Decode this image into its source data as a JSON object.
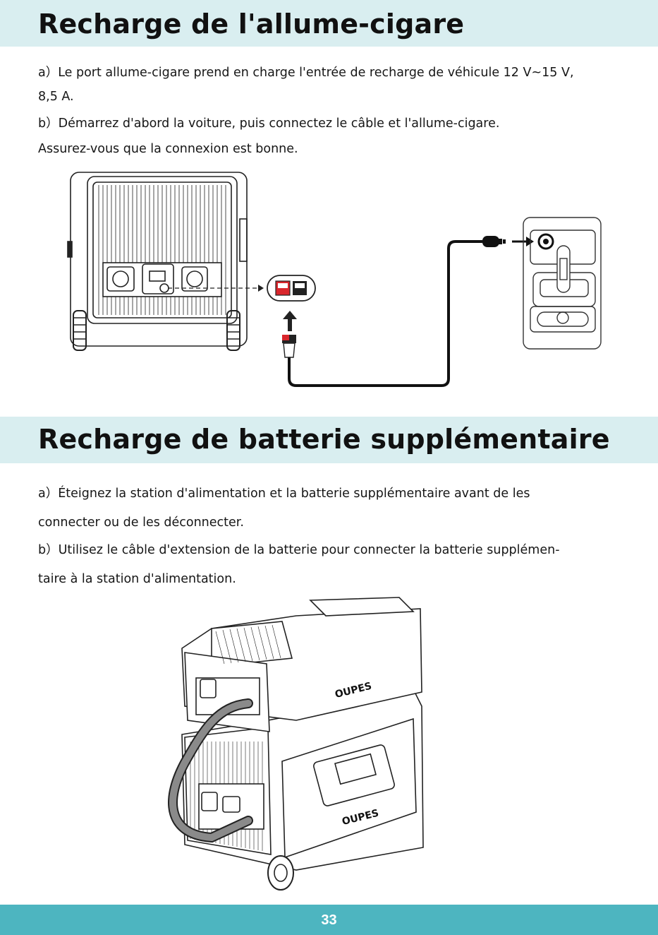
{
  "section1": {
    "title": "Recharge de l'allume-cigare",
    "lines": [
      "a）Le port allume-cigare prend en charge l'entrée de recharge de véhicule 12 V~15 V,",
      "8,5 A.",
      "b）Démarrez d'abord la voiture, puis connectez le câble et l'allume-cigare.",
      "Assurez-vous que la connexion est bonne."
    ]
  },
  "section2": {
    "title": "Recharge de batterie supplémentaire",
    "lines": [
      "a）Éteignez la station d'alimentation et la batterie supplémentaire avant de les",
      "connecter ou de les déconnecter.",
      "b）Utilisez le câble d'extension de la batterie pour connecter la batterie supplémen-",
      "taire à la station d'alimentation."
    ]
  },
  "brand_logo": "OUPES",
  "page_number": "33",
  "colors": {
    "header_band": "#d9eef0",
    "footer_band": "#4db5c0",
    "connector_red": "#d9262c"
  }
}
